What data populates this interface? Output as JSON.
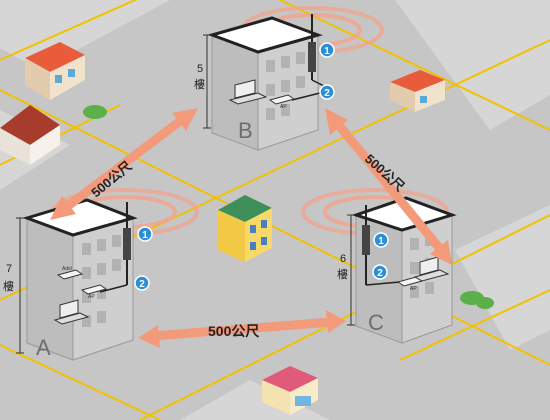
{
  "buildings": [
    {
      "letter": "A",
      "floors_number": "7",
      "floors_unit": "樓"
    },
    {
      "letter": "B",
      "floors_number": "5",
      "floors_unit": "樓"
    },
    {
      "letter": "C",
      "floors_number": "6",
      "floors_unit": "樓"
    }
  ],
  "distances": [
    {
      "label": "500公尺"
    },
    {
      "label": "500公尺"
    },
    {
      "label": "500公尺"
    }
  ],
  "markers": {
    "antenna": "1",
    "access_point": "2"
  },
  "device_labels": {
    "ap": "AP",
    "adsl": "Adsl"
  },
  "colors": {
    "road": "#c9c9c9",
    "road_line": "#f2c200",
    "building": "#c8c8c8",
    "arrow": "#f29a7a",
    "marker": "#2c8fd6",
    "signal": "#f08a6a"
  }
}
